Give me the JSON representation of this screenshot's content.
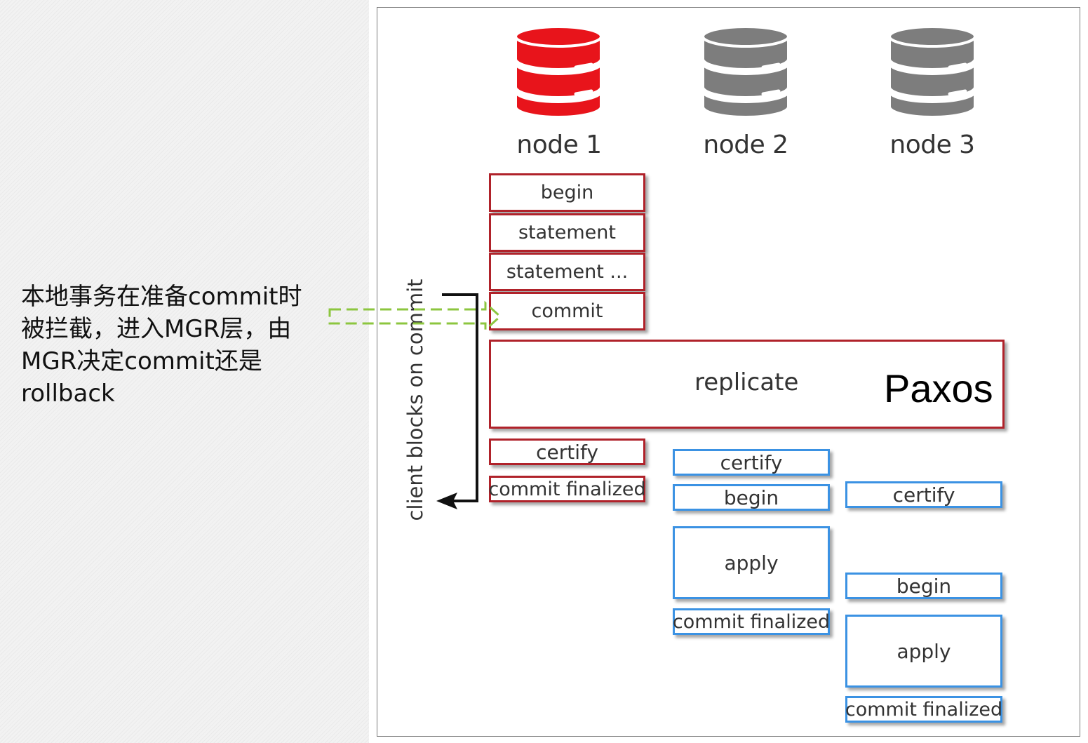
{
  "annotation": {
    "lines": [
      "本地事务在准备commit时",
      "被拦截，进入MGR层，由",
      "MGR决定commit还是",
      "rollback"
    ]
  },
  "nodes": [
    {
      "label": "node 1",
      "color": "#e8141b"
    },
    {
      "label": "node 2",
      "color": "#7d7d7d"
    },
    {
      "label": "node 3",
      "color": "#7d7d7d"
    }
  ],
  "node1_steps": {
    "begin": "begin",
    "statement": "statement",
    "statement_more": "statement ...",
    "commit": "commit",
    "certify": "certify",
    "commit_finalized": "commit finalized"
  },
  "replicate": {
    "label": "replicate",
    "protocol": "Paxos"
  },
  "client_blocks": "client blocks on commit",
  "node2_steps": {
    "certify": "certify",
    "begin": "begin",
    "apply": "apply",
    "commit_finalized": "commit finalized"
  },
  "node3_steps": {
    "certify": "certify",
    "begin": "begin",
    "apply": "apply",
    "commit_finalized": "commit finalized"
  },
  "colors": {
    "local_border": "#b0222a",
    "remote_border": "#3b92e3",
    "dashed_arrow": "#8cc63f"
  }
}
